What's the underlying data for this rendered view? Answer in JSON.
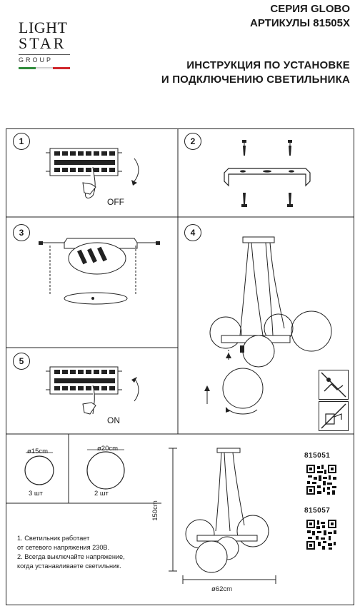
{
  "logo": {
    "line1": "LIGHT",
    "line2": "STAR",
    "line3": "GROUP"
  },
  "header": {
    "series": "СЕРИЯ GLOBO",
    "articles": "АРТИКУЛЫ 81505X",
    "title_line1": "ИНСТРУКЦИЯ ПО УСТАНОВКЕ",
    "title_line2": "И ПОДКЛЮЧЕНИЮ СВЕТИЛЬНИКА"
  },
  "steps": {
    "s1": {
      "num": "1",
      "label": "OFF"
    },
    "s2": {
      "num": "2"
    },
    "s3": {
      "num": "3"
    },
    "s4": {
      "num": "4"
    },
    "s5": {
      "num": "5",
      "label": "ON"
    }
  },
  "parts": {
    "small": {
      "diameter": "ø15cm",
      "qty": "3 шт"
    },
    "large": {
      "diameter": "ø20cm",
      "qty": "2 шт"
    }
  },
  "dimensions": {
    "height": "150cm",
    "width": "ø62cm"
  },
  "codes": {
    "a": "815051",
    "b": "815057"
  },
  "notes": {
    "n1a": "1. Светильник работает",
    "n1b": "от сетевого напряжения 230В.",
    "n2a": "2. Всегда выключайте напряжение,",
    "n2b": "когда устанавливаете светильник."
  },
  "colors": {
    "line": "#222222",
    "flag_green": "#2e8b3a",
    "flag_red": "#d0262b"
  }
}
